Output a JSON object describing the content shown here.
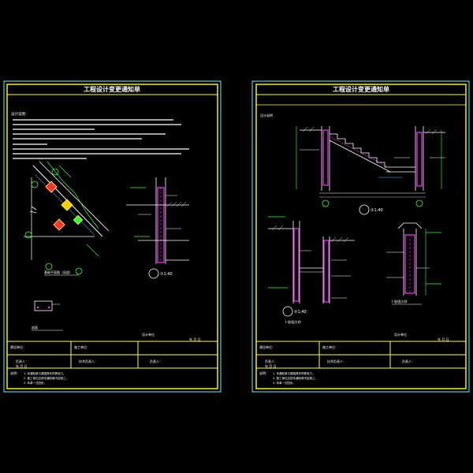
{
  "colors": {
    "background": "#000000",
    "frame": "#ffff33",
    "sheet_border": "#55ffff",
    "line": "#ffffff",
    "wall": "#ff33ff",
    "dimension": "#33ff33",
    "rebar": "#33ccff",
    "annotation": "#ffff55"
  },
  "sheets": [
    {
      "title": "工程设计变更通知单",
      "notes_header": "设计说明：",
      "detail_label": "①1:40",
      "plan_caption": "基础平面图（局部）",
      "section_caption": "剖面",
      "footer": {
        "row1_left": "建设单位：",
        "row1_mid": "施工单位：",
        "row1_right": "设计单位",
        "row2_left": "负责人：",
        "row2_mid": "技术负责人：",
        "row2_right": "负责人：",
        "date_text": "年   月   日",
        "notes_title": "说明：",
        "note_1": "1. 本通知单与原图具有同等效力。",
        "note_2": "2. 施工单位应按本通知单内容施工。",
        "note_3": "3. 本单一式四份。"
      }
    },
    {
      "title": "工程设计变更通知单",
      "notes_header": "设计说明",
      "detail_label_3": "③1:40",
      "detail_label_2": "②1:40",
      "section_caption": "Ⅰ-Ⅰ剖面大样",
      "bottom_caption": "Ⅰ-Ⅰ剖面大样",
      "footer": {
        "row1_left": "建设单位：",
        "row1_mid": "施工单位：",
        "row1_right": "设计单位",
        "row2_left": "负责人：",
        "row2_mid": "技术负责人：",
        "row2_right": "负责人：",
        "date_text": "年   月   日",
        "notes_title": "说明：",
        "note_1": "1. 本通知单与原图具有同等效力。",
        "note_2": "2. 施工单位应按本通知单内容施工。",
        "note_3": "3. 本单一式四份。"
      }
    }
  ]
}
